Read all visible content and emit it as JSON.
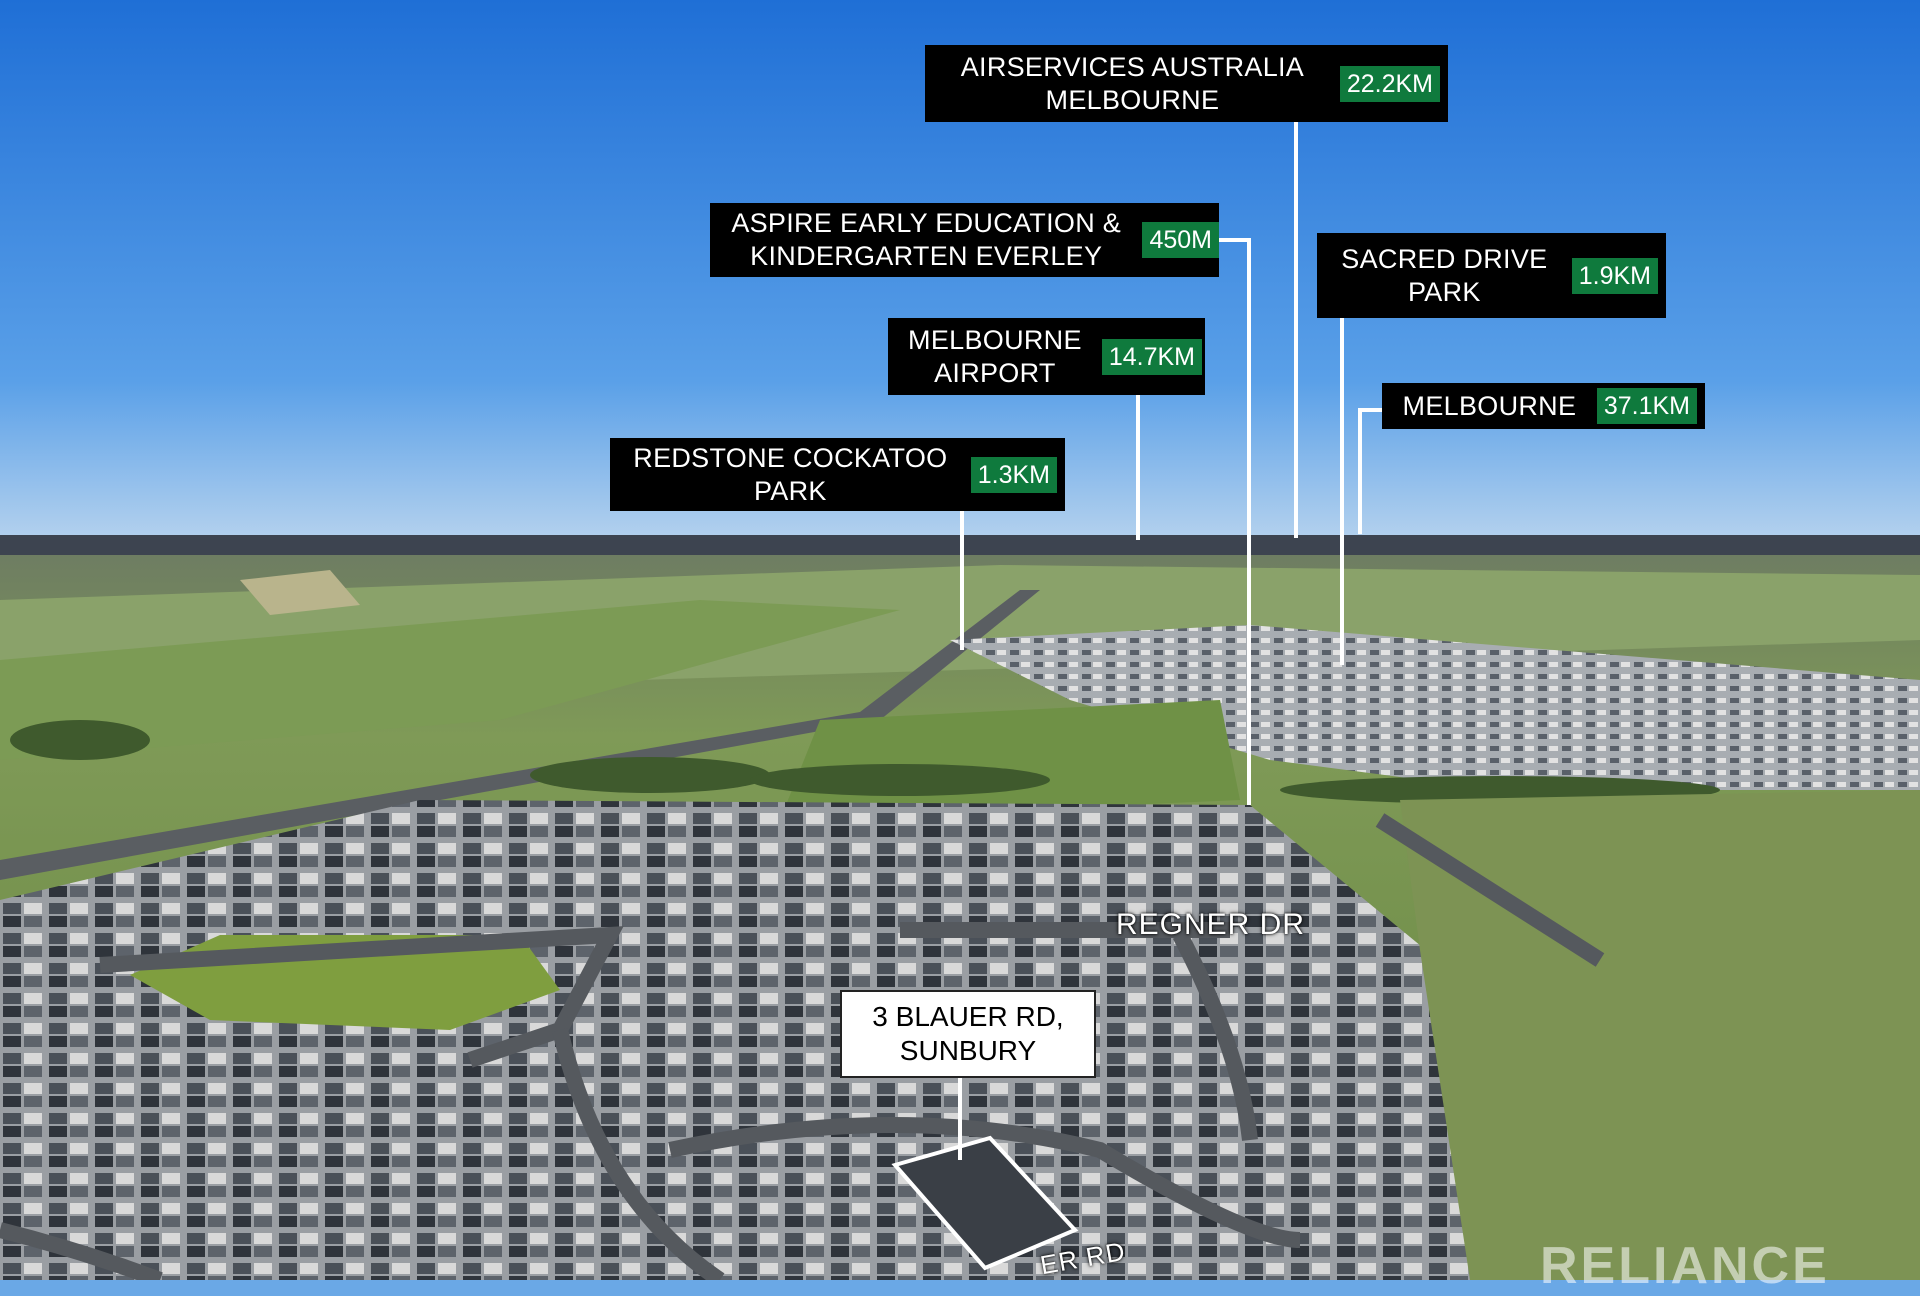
{
  "labels": [
    {
      "name": "AIRSERVICES AUSTRALIA\nMELBOURNE",
      "distance": "22.2KM"
    },
    {
      "name": "ASPIRE EARLY EDUCATION &\nKINDERGARTEN EVERLEY",
      "distance": "450M"
    },
    {
      "name": "SACRED DRIVE\nPARK",
      "distance": "1.9KM"
    },
    {
      "name": "MELBOURNE\nAIRPORT",
      "distance": "14.7KM"
    },
    {
      "name": "MELBOURNE",
      "distance": "37.1KM"
    },
    {
      "name": "REDSTONE COCKATOO\nPARK",
      "distance": "1.3KM"
    }
  ],
  "street_label": "REGNER DR",
  "street_label_partial": "ER RD",
  "address": "3 BLAUER RD,\nSUNBURY",
  "watermark": "RELIANCE",
  "colors": {
    "label_bg": "#000000",
    "distance_bg": "#0f7a3d",
    "sky": "#3f8fe0",
    "grass": "#6f8f4a"
  }
}
